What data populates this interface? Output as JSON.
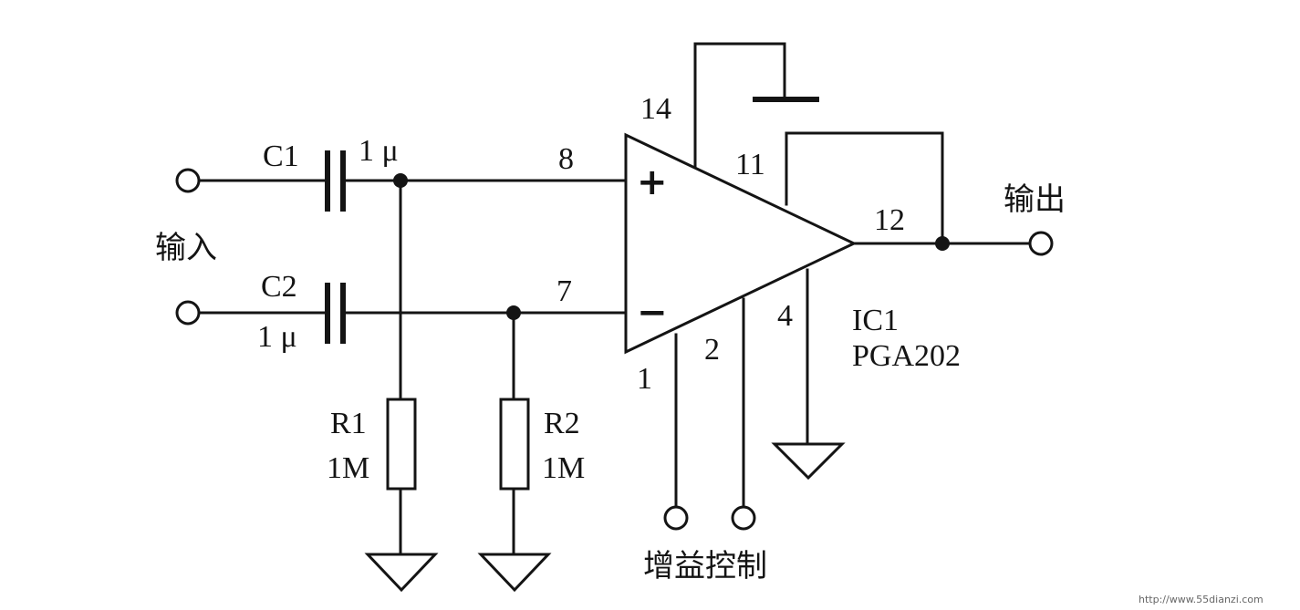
{
  "circuit": {
    "input_label": "输入",
    "output_label": "输出",
    "gain_control_label": "增益控制",
    "ic": {
      "ref": "IC1",
      "part": "PGA202"
    },
    "capacitors": [
      {
        "ref": "C1",
        "value": "1 μ"
      },
      {
        "ref": "C2",
        "value": "1 μ"
      }
    ],
    "resistors": [
      {
        "ref": "R1",
        "value": "1M"
      },
      {
        "ref": "R2",
        "value": "1M"
      }
    ],
    "pins": {
      "p8": "8",
      "p7": "7",
      "p14": "14",
      "p11": "11",
      "p12": "12",
      "p4": "4",
      "p1": "1",
      "p2": "2"
    },
    "plus_sign": "+",
    "minus_sign": "−"
  },
  "watermark": "http://www.55dianzi.com"
}
